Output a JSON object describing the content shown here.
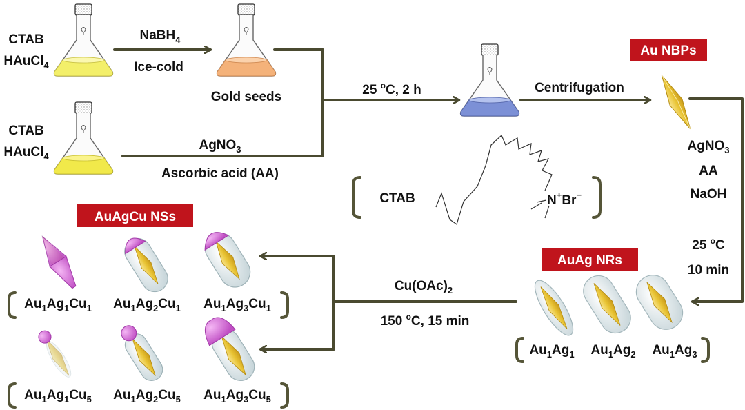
{
  "reagents": {
    "flask1_line1": "CTAB",
    "flask1_line2_main": "HAuCl",
    "flask1_line2_sub": "4",
    "flask2_line1": "CTAB",
    "flask2_line2_main": "HAuCl",
    "flask2_line2_sub": "4"
  },
  "steps": {
    "reduction_agent_main": "NaBH",
    "reduction_agent_sub": "4",
    "reduction_condition": "Ice-cold",
    "seeds_label": "Gold seeds",
    "growth_agent1_main": "AgNO",
    "growth_agent1_sub": "3",
    "growth_agent2": "Ascorbic acid (AA)",
    "growth_condition_a": "25 ",
    "growth_condition_sup": "o",
    "growth_condition_b": "C, 2 h",
    "centrifugation": "Centrifugation",
    "overgrowth_agent1_main": "AgNO",
    "overgrowth_agent1_sub": "3",
    "overgrowth_agent2": "AA",
    "overgrowth_agent3": "NaOH",
    "overgrowth_temp_a": "25 ",
    "overgrowth_temp_sup": "o",
    "overgrowth_temp_b": "C",
    "overgrowth_time": "10 min",
    "cu_agent_main": "Cu(OAc)",
    "cu_agent_sub": "2",
    "cu_condition_a": "150 ",
    "cu_condition_sup": "o",
    "cu_condition_b": "C, 15 min"
  },
  "tags": {
    "au_nbps": "Au NBPs",
    "auag_nrs": "AuAg NRs",
    "auagcu_nss": "AuAgCu NSs"
  },
  "ctab_structure": {
    "label": "CTAB",
    "atom_n": "N",
    "charge_plus": "+",
    "counter_ion": "Br",
    "charge_minus": "−"
  },
  "auag_products": [
    {
      "a": "Au",
      "a_sub": "1",
      "b": "Ag",
      "b_sub": "1"
    },
    {
      "a": "Au",
      "a_sub": "1",
      "b": "Ag",
      "b_sub": "2"
    },
    {
      "a": "Au",
      "a_sub": "1",
      "b": "Ag",
      "b_sub": "3"
    }
  ],
  "auagcu_products": [
    {
      "a": "Au",
      "a_sub": "1",
      "b": "Ag",
      "b_sub": "1",
      "c": "Cu",
      "c_sub": "1"
    },
    {
      "a": "Au",
      "a_sub": "1",
      "b": "Ag",
      "b_sub": "2",
      "c": "Cu",
      "c_sub": "1"
    },
    {
      "a": "Au",
      "a_sub": "1",
      "b": "Ag",
      "b_sub": "3",
      "c": "Cu",
      "c_sub": "1"
    },
    {
      "a": "Au",
      "a_sub": "1",
      "b": "Ag",
      "b_sub": "1",
      "c": "Cu",
      "c_sub": "5"
    },
    {
      "a": "Au",
      "a_sub": "1",
      "b": "Ag",
      "b_sub": "2",
      "c": "Cu",
      "c_sub": "5"
    },
    {
      "a": "Au",
      "a_sub": "1",
      "b": "Ag",
      "b_sub": "3",
      "c": "Cu",
      "c_sub": "5"
    }
  ],
  "colors": {
    "arrow": "#4a4a30",
    "tag_bg": "#c0141c",
    "solution_yellow": "#f3ef6a",
    "solution_orange": "#f4b27a",
    "solution_blue": "#7c90d6",
    "gold": "#e8c33a",
    "silver_shell": "#dde8ea",
    "copper_tip": "#d86ad8"
  }
}
